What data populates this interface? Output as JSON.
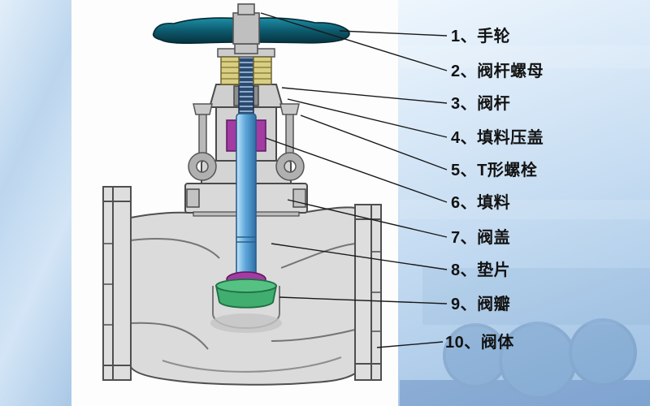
{
  "diagram": {
    "subject": "globe-valve-cutaway",
    "parts": [
      {
        "label": "1、手轮"
      },
      {
        "label": "2、阀杆螺母"
      },
      {
        "label": "3、阀杆"
      },
      {
        "label": "4、填料压盖"
      },
      {
        "label": "5、T形螺栓"
      },
      {
        "label": "6、填料"
      },
      {
        "label": "7、阀盖"
      },
      {
        "label": "8、垫片"
      },
      {
        "label": "9、阀瓣"
      },
      {
        "label": "10、阀体"
      }
    ],
    "colors": {
      "handwheel": "#0d5a6e",
      "stem": "#5fa8dc",
      "stem_nut": "#d9cf84",
      "packing": "#a23ba2",
      "disc": "#3fae6e",
      "body": "#dbdbdb",
      "background": "#cfe0f2",
      "leader_line": "#1a1a1a"
    }
  }
}
